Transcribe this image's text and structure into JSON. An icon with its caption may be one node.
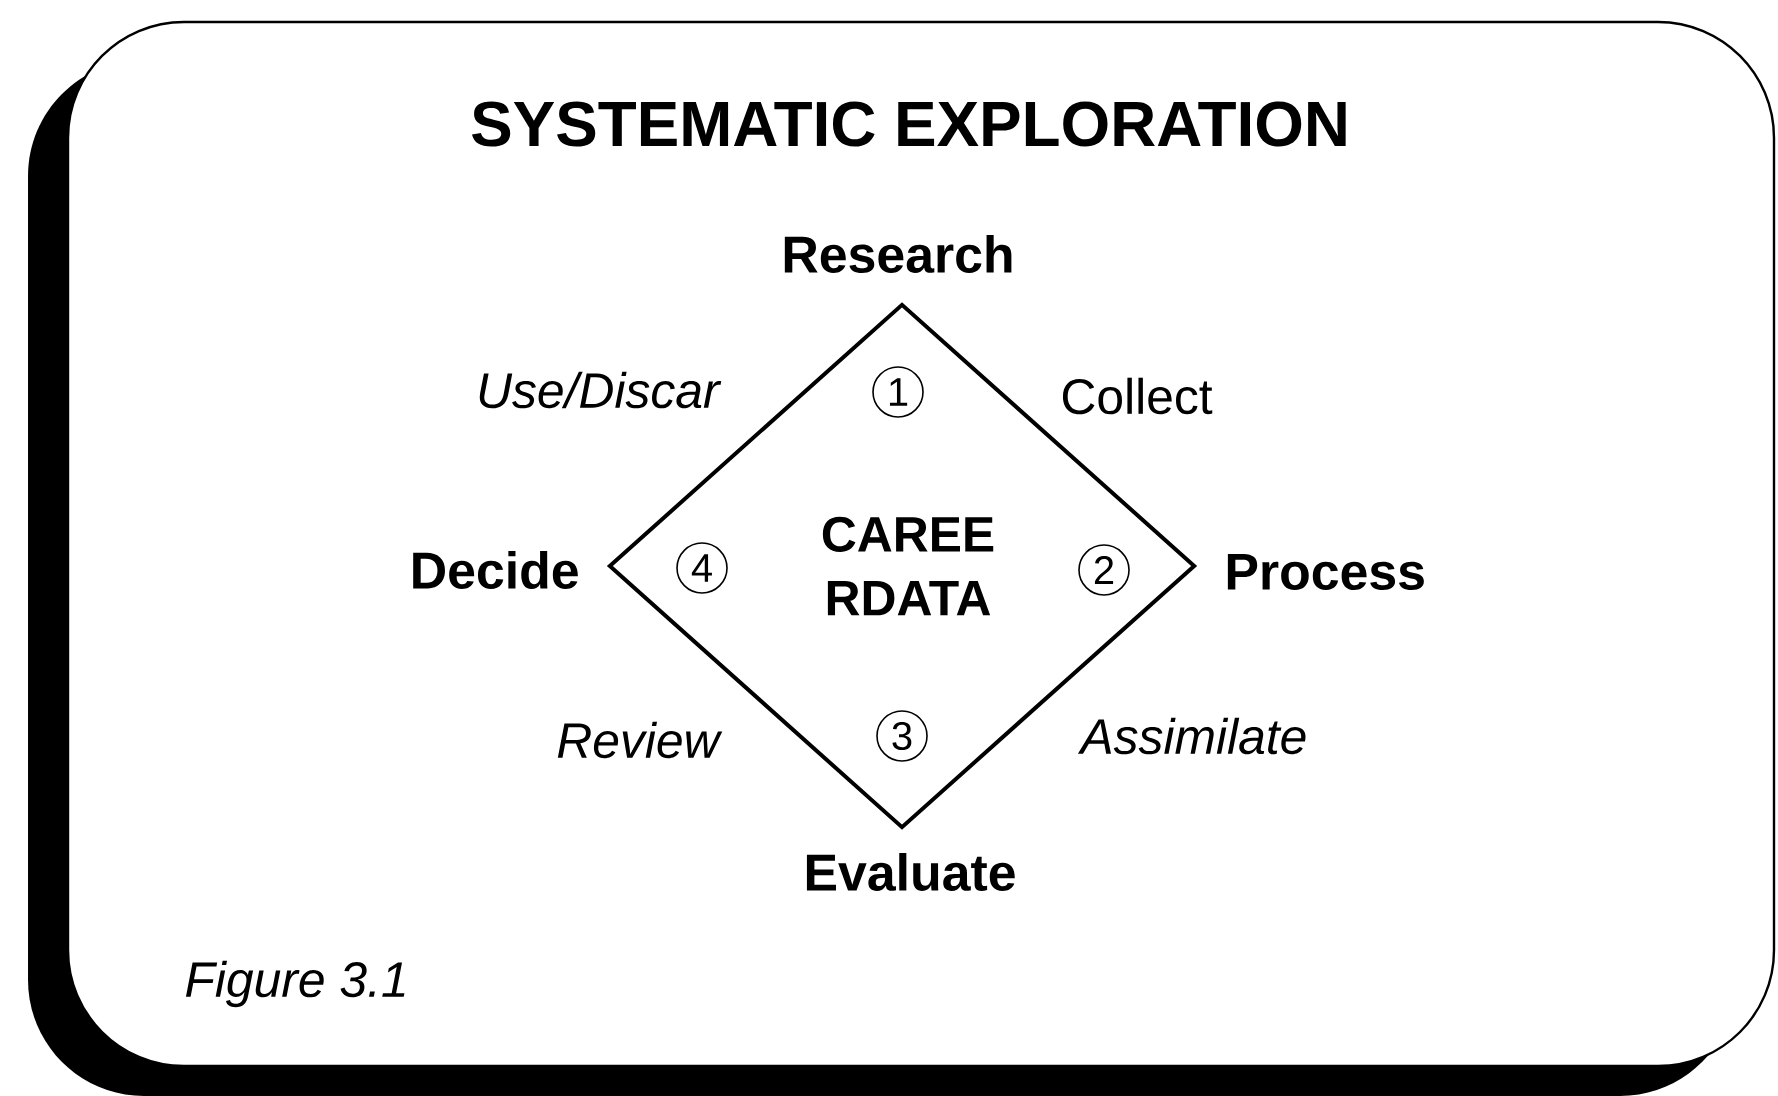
{
  "diagram": {
    "title": "SYSTEMATIC EXPLORATION",
    "caption": "Figure 3.1",
    "nodes": [
      {
        "text": [
          "CAREE RDATA"
        ],
        "beside": [
          "Research",
          "Process",
          "Evaluate",
          "Decide"
        ]
      },
      {
        "text": [
          "1"
        ],
        "in": 0
      },
      {
        "text": [
          "2"
        ],
        "in": 0
      },
      {
        "text": [
          "3"
        ],
        "in": 0
      },
      {
        "text": [
          "4"
        ],
        "in": 0
      }
    ],
    "labels": [
      "Use/Discar",
      "Collect",
      "Review",
      "Assimilate"
    ]
  }
}
